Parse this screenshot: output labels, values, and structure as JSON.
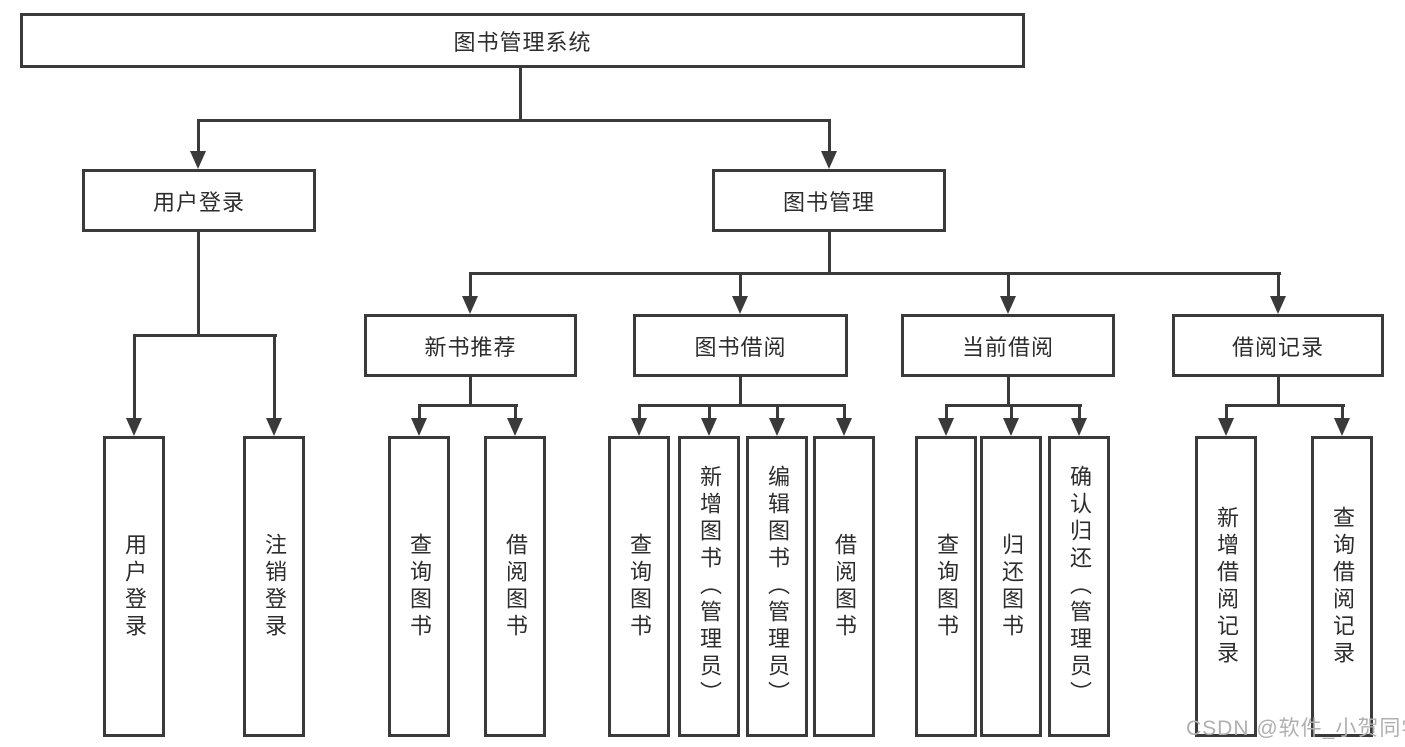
{
  "tree": {
    "root": {
      "label": "图书管理系统"
    },
    "branches": [
      {
        "label": "用户登录",
        "children": [
          {
            "label": "用户登录"
          },
          {
            "label": "注销登录"
          }
        ]
      },
      {
        "label": "图书管理",
        "children": [
          {
            "label": "新书推荐",
            "children": [
              {
                "label": "查询图书"
              },
              {
                "label": "借阅图书"
              }
            ]
          },
          {
            "label": "图书借阅",
            "children": [
              {
                "label": "查询图书"
              },
              {
                "label": "新增图书（管理员）"
              },
              {
                "label": "编辑图书（管理员）"
              },
              {
                "label": "借阅图书"
              }
            ]
          },
          {
            "label": "当前借阅",
            "children": [
              {
                "label": "查询图书"
              },
              {
                "label": "归还图书"
              },
              {
                "label": "确认归还（管理员）"
              }
            ]
          },
          {
            "label": "借阅记录",
            "children": [
              {
                "label": "新增借阅记录"
              },
              {
                "label": "查询借阅记录"
              }
            ]
          }
        ]
      }
    ]
  },
  "watermark": "CSDN @软件_小贺同学",
  "colors": {
    "line": "#3a3a3a",
    "text": "#2d2d2d",
    "box_bg": "#ffffff",
    "watermark": "#b0b0b0"
  }
}
